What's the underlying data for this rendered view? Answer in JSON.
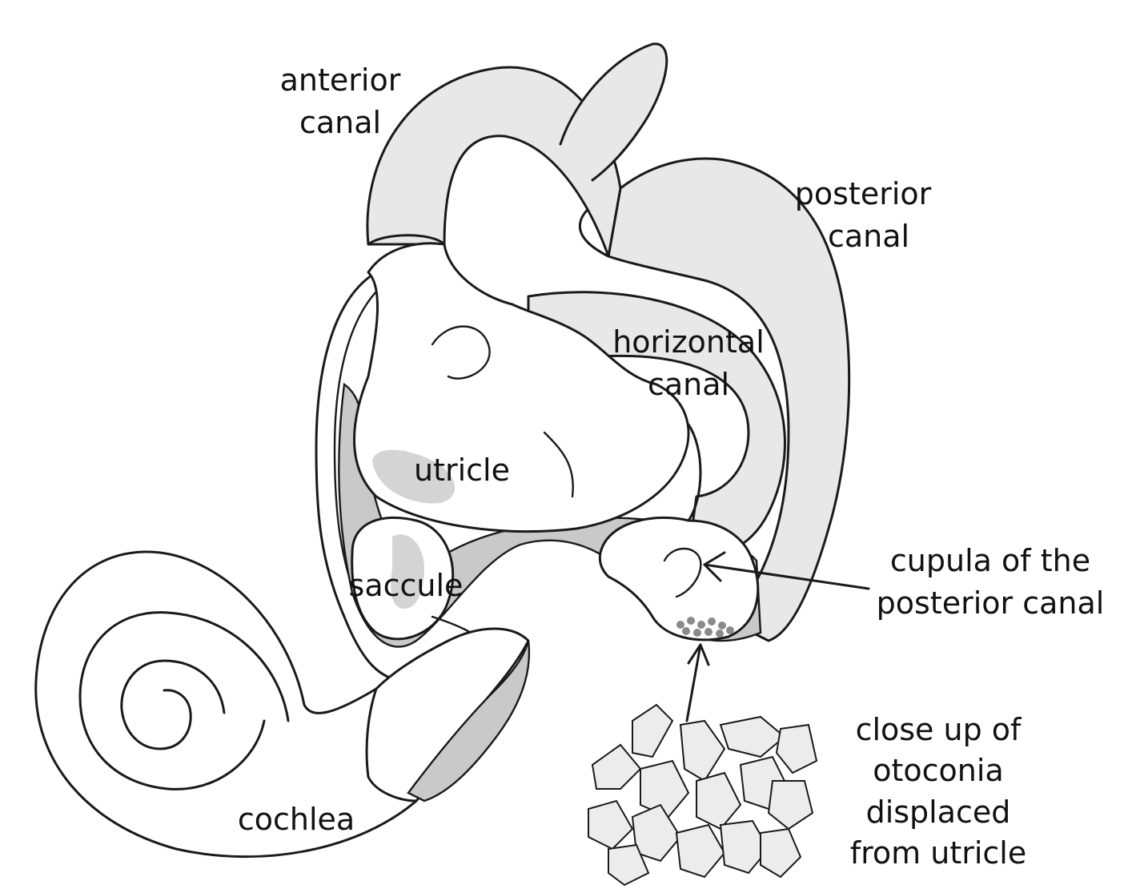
{
  "colors": {
    "line": "#1a1a1a",
    "canal_fill": "#e8e8e8",
    "fluid_fill": "#c9c9c9",
    "macula_fill": "#d4d4d4",
    "crystal_fill": "#ececec",
    "dot_fill": "#8a8a8a"
  },
  "labels": {
    "anterior_canal": [
      "anterior",
      "canal"
    ],
    "posterior_canal": [
      "posterior",
      "canal"
    ],
    "horizontal_canal": [
      "horizontal",
      "canal"
    ],
    "utricle": "utricle",
    "saccule": "saccule",
    "cochlea": "cochlea",
    "cupula": [
      "cupula of the",
      "posterior canal"
    ],
    "otoconia": [
      "close up of",
      "otoconia",
      "displaced",
      "from utricle"
    ]
  }
}
